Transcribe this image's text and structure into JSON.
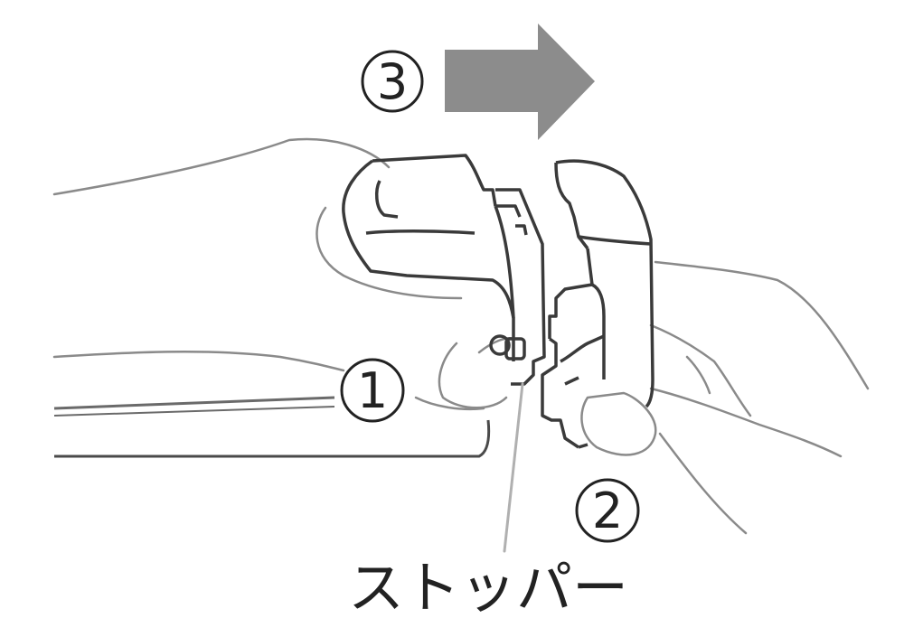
{
  "markers": {
    "step1": "1",
    "step2": "2",
    "step3": "3"
  },
  "callout": {
    "label": "ストッパー"
  },
  "colors": {
    "outline": "#5a5a5a",
    "outline_dark": "#3a3a3a",
    "skin_line": "#8a8a8a",
    "arrow_fill": "#8c8c8c",
    "leader_line": "#b0b0b0",
    "text": "#222222"
  },
  "icons": {
    "direction": "arrow-right-icon"
  }
}
